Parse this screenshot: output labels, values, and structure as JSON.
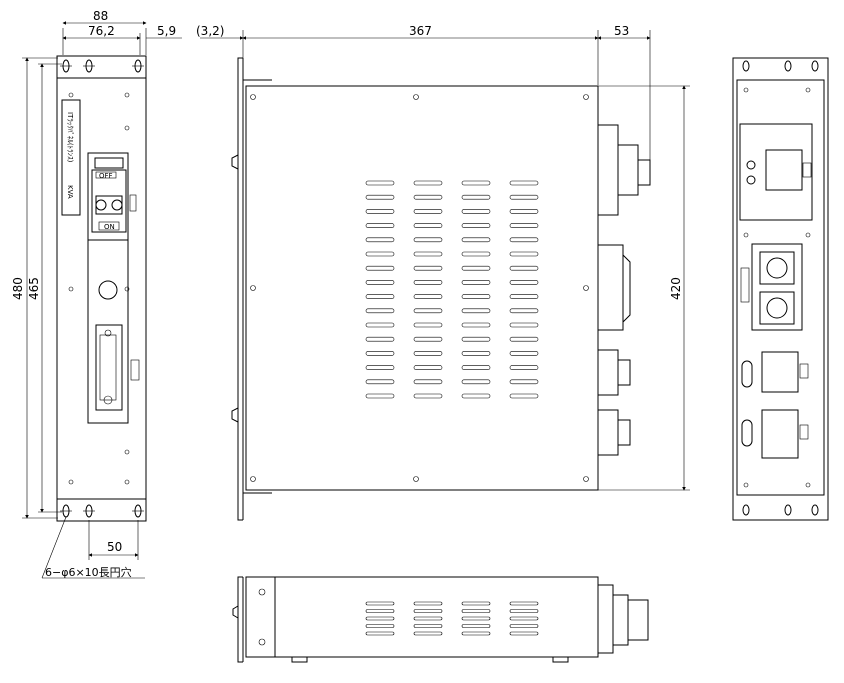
{
  "dimensions": {
    "front_width": "88",
    "front_inner_width": "76,2",
    "front_offset": "5,9",
    "side_offset": "(3,2)",
    "side_depth": "367",
    "side_protrusion": "53",
    "front_height_total": "480",
    "front_height_inner": "465",
    "side_height": "420",
    "hole_spacing": "50",
    "hole_note": "6−φ6×10長円穴"
  },
  "labels": {
    "front_panel_label": "ITﾗｯｸﾊﾟﾈﾙ(ﾄﾗﾝｽ)",
    "front_panel_kva": "KVA",
    "off_label": "OFF",
    "on_label": "ON"
  }
}
